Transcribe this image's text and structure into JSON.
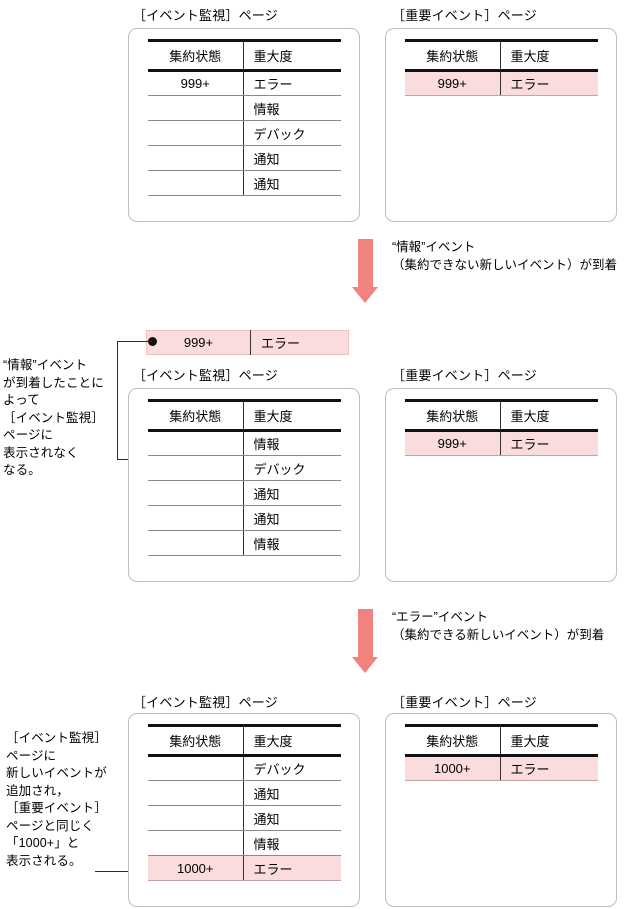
{
  "table": {
    "columns": [
      "集約状態",
      "重大度"
    ]
  },
  "severity": {
    "error": "エラー",
    "info": "情報",
    "debug": "デバック",
    "notice": "通知"
  },
  "counts": {
    "c999": "999+",
    "c1000": "1000+"
  },
  "captions": {
    "monitor": "［イベント監視］ページ",
    "important": "［重要イベント］ページ"
  },
  "stages": [
    {
      "id": "stage-1",
      "monitor_rows": [
        {
          "state": "999+",
          "severity": "エラー",
          "highlight": false
        },
        {
          "state": "",
          "severity": "情報",
          "highlight": false
        },
        {
          "state": "",
          "severity": "デバック",
          "highlight": false
        },
        {
          "state": "",
          "severity": "通知",
          "highlight": false
        },
        {
          "state": "",
          "severity": "通知",
          "highlight": false
        }
      ],
      "important_rows": [
        {
          "state": "999+",
          "severity": "エラー",
          "highlight": true
        }
      ]
    },
    {
      "id": "stage-2",
      "detached_row": {
        "state": "999+",
        "severity": "エラー"
      },
      "monitor_rows": [
        {
          "state": "",
          "severity": "情報",
          "highlight": false
        },
        {
          "state": "",
          "severity": "デバック",
          "highlight": false
        },
        {
          "state": "",
          "severity": "通知",
          "highlight": false
        },
        {
          "state": "",
          "severity": "通知",
          "highlight": false
        },
        {
          "state": "",
          "severity": "情報",
          "highlight": false
        }
      ],
      "important_rows": [
        {
          "state": "999+",
          "severity": "エラー",
          "highlight": true
        }
      ]
    },
    {
      "id": "stage-3",
      "monitor_rows": [
        {
          "state": "",
          "severity": "デバック",
          "highlight": false
        },
        {
          "state": "",
          "severity": "通知",
          "highlight": false
        },
        {
          "state": "",
          "severity": "通知",
          "highlight": false
        },
        {
          "state": "",
          "severity": "情報",
          "highlight": false
        },
        {
          "state": "1000+",
          "severity": "エラー",
          "highlight": true
        }
      ],
      "important_rows": [
        {
          "state": "1000+",
          "severity": "エラー",
          "highlight": true
        }
      ]
    }
  ],
  "transitions": [
    {
      "id": "transition-1",
      "text": "“情報”イベント\n（集約できない新しいイベント）が到着"
    },
    {
      "id": "transition-2",
      "text": "“エラー”イベント\n（集約できる新しいイベント）が到着"
    }
  ],
  "annotations": [
    {
      "id": "annotation-info-removed",
      "text": "“情報”イベント\nが到着したことに\nよって\n［イベント監視］\nページに\n表示されなく\nなる。"
    },
    {
      "id": "annotation-error-aggregated",
      "text": "［イベント監視］\nページに\n新しいイベントが\n追加され，\n［重要イベント］\nページと同じく\n「1000+」と\n表示される。"
    }
  ],
  "colors": {
    "highlight_bg": "#fadcdc",
    "arrow": "#f2827e",
    "panel_border": "#bfbfbf",
    "rule_strong": "#111111",
    "rule_thin": "#8a8a8a"
  }
}
